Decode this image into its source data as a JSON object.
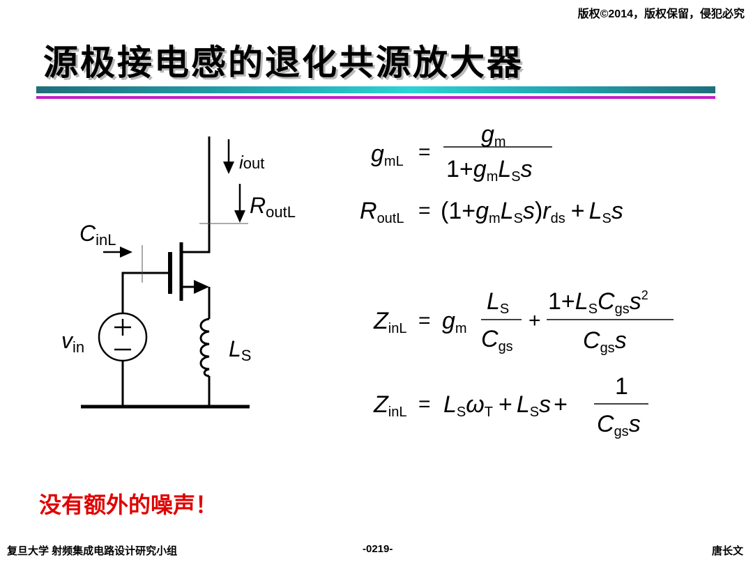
{
  "header": {
    "copyright": "版权©2014，版权保留，侵犯必究"
  },
  "title": "源极接电感的退化共源放大器",
  "circuit": {
    "iout": {
      "main": "i",
      "sub": "out"
    },
    "rout": {
      "main": "R",
      "sub": "outL"
    },
    "cin": {
      "main": "C",
      "sub": "inL"
    },
    "vin": {
      "main": "v",
      "sub": "in"
    },
    "ls": {
      "main": "L",
      "sub": "S"
    }
  },
  "equations": {
    "gml": {
      "lhs": "g",
      "lhs_sub": "mL",
      "num": "g",
      "num_sub": "m",
      "den_1": "1+",
      "den_g": "g",
      "den_g_sub": "m",
      "den_L": "L",
      "den_L_sub": "S",
      "den_s": "s"
    },
    "routl": {
      "lhs": "R",
      "lhs_sub": "outL",
      "p1": "(1+",
      "g": "g",
      "g_sub": "m",
      "L": "L",
      "L_sub": "S",
      "s": "s",
      "p2": ")",
      "r": "r",
      "r_sub": "ds",
      "plus": "+",
      "L2": "L",
      "L2_sub": "S",
      "s2": "s"
    },
    "zinl1": {
      "lhs": "Z",
      "lhs_sub": "inL",
      "g": "g",
      "g_sub": "m",
      "f1_num": "L",
      "f1_num_sub": "S",
      "f1_den": "C",
      "f1_den_sub": "gs",
      "plus": "+",
      "f2_num_1": "1+",
      "f2_num_L": "L",
      "f2_num_L_sub": "S",
      "f2_num_C": "C",
      "f2_num_C_sub": "gs",
      "f2_num_s": "s",
      "f2_num_sup": "2",
      "f2_den_C": "C",
      "f2_den_sub": "gs",
      "f2_den_s": "s"
    },
    "zinl2": {
      "lhs": "Z",
      "lhs_sub": "inL",
      "L": "L",
      "L_sub": "S",
      "omega": "ω",
      "omega_sub": "T",
      "plus1": "+",
      "L2": "L",
      "L2_sub": "S",
      "s": "s",
      "plus2": "+",
      "num": "1",
      "den_C": "C",
      "den_sub": "gs",
      "den_s": "s"
    }
  },
  "note": "没有额外的噪声！",
  "footer": {
    "left": "复旦大学   射频集成电路设计研究小组",
    "center": "-0219-",
    "right": "唐长文"
  }
}
